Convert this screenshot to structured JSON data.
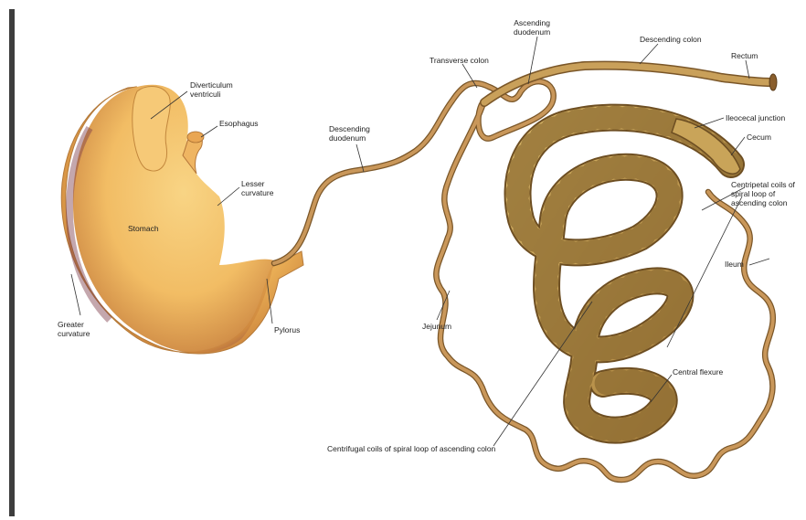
{
  "colors": {
    "stomach_fill": "#f1b95c",
    "stomach_shadow": "#7d3b4a",
    "intestine": "#b9874a",
    "intestine_edge": "#7a5628",
    "colon_fill": "#c8a14f",
    "colon_edge": "#6d4e22",
    "leader": "#333333",
    "frame": "#3d3d3d"
  },
  "labels": {
    "diverticulum": "Diverticulum\nventriculi",
    "esophagus": "Esophagus",
    "lesser_curvature": "Lesser\ncurvature",
    "stomach": "Stomach",
    "greater_curvature": "Greater\ncurvature",
    "pylorus": "Pylorus",
    "descending_duodenum": "Descending\nduodenum",
    "transverse_colon": "Transverse colon",
    "ascending_duodenum": "Ascending\nduodenum",
    "descending_colon": "Descending colon",
    "rectum": "Rectum",
    "ileocecal_junction": "Ileocecal junction",
    "cecum": "Cecum",
    "centripetal_coils": "Centripetal coils of\nspiral loop of\nascending colon",
    "ileum": "Ileum",
    "jejunum": "Jejunum",
    "central_flexure": "Central flexure",
    "centrifugal_coils": "Centrifugal coils of spiral loop of ascending colon"
  }
}
